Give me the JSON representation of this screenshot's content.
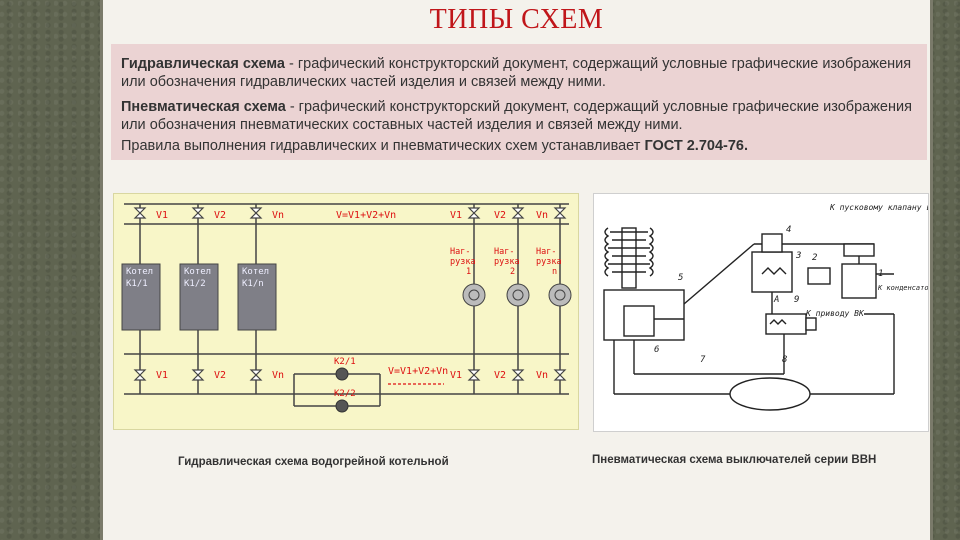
{
  "slide": {
    "title": "ТИПЫ СХЕМ",
    "hydraulic_term": "Гидравлическая схема",
    "hydraulic_def": " - графический конструкторский документ, содержащий условные графические изображения или обозначения гидравлических частей изделия и связей между ними.",
    "pneumatic_term": "Пневматическая схема",
    "pneumatic_def": " - графический конструкторский документ, содержащий условные графические изображения или обозначения пневматических составных частей изделия и связей между ними.",
    "rules_text": "Правила выполнения гидравлических и пневматических схем устанавливает ",
    "gost": "ГОСТ 2.704-76."
  },
  "left_diagram": {
    "caption": "Гидравлическая схема водогрейной котельной",
    "boilers": [
      {
        "line1": "Котел",
        "line2": "К1/1"
      },
      {
        "line1": "Котел",
        "line2": "К1/2"
      },
      {
        "line1": "Котел",
        "line2": "К1/n"
      }
    ],
    "flows_top": [
      "V1",
      "V2",
      "Vn"
    ],
    "sum_top": "V=V1+V2+Vn",
    "flows_bottom": [
      "V1",
      "V2",
      "Vn"
    ],
    "sum_bottom": "V=V1+V2+Vn",
    "pump_labels": [
      "К2/1",
      "К2/2"
    ],
    "loads": [
      {
        "line1": "Наг-",
        "line2": "рузка",
        "line3": "1"
      },
      {
        "line1": "Наг-",
        "line2": "рузка",
        "line3": "2"
      },
      {
        "line1": "Наг-",
        "line2": "рузка",
        "line3": "n"
      }
    ],
    "load_flows": [
      "V1",
      "V2",
      "Vn"
    ]
  },
  "right_diagram": {
    "caption": "Пневматическая схема выключателей серии ВВН",
    "label_start_valve": "К пусковому клапану включения",
    "label_drive": "К приводу ВК",
    "label_condenser": "К конденсатору",
    "numbers": [
      "1",
      "2",
      "3",
      "4",
      "5",
      "6",
      "7",
      "8",
      "9"
    ],
    "letter_a": "А"
  }
}
